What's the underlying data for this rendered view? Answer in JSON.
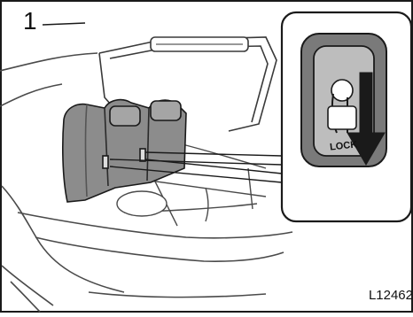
{
  "figure": {
    "step_number": "1",
    "lock_label": "LOCK",
    "figure_code": "L12462"
  },
  "colors": {
    "line": "#1a1a1a",
    "seat_fill": "#8c8c8c",
    "detail_fill": "#bdbdbd",
    "background": "#ffffff"
  }
}
